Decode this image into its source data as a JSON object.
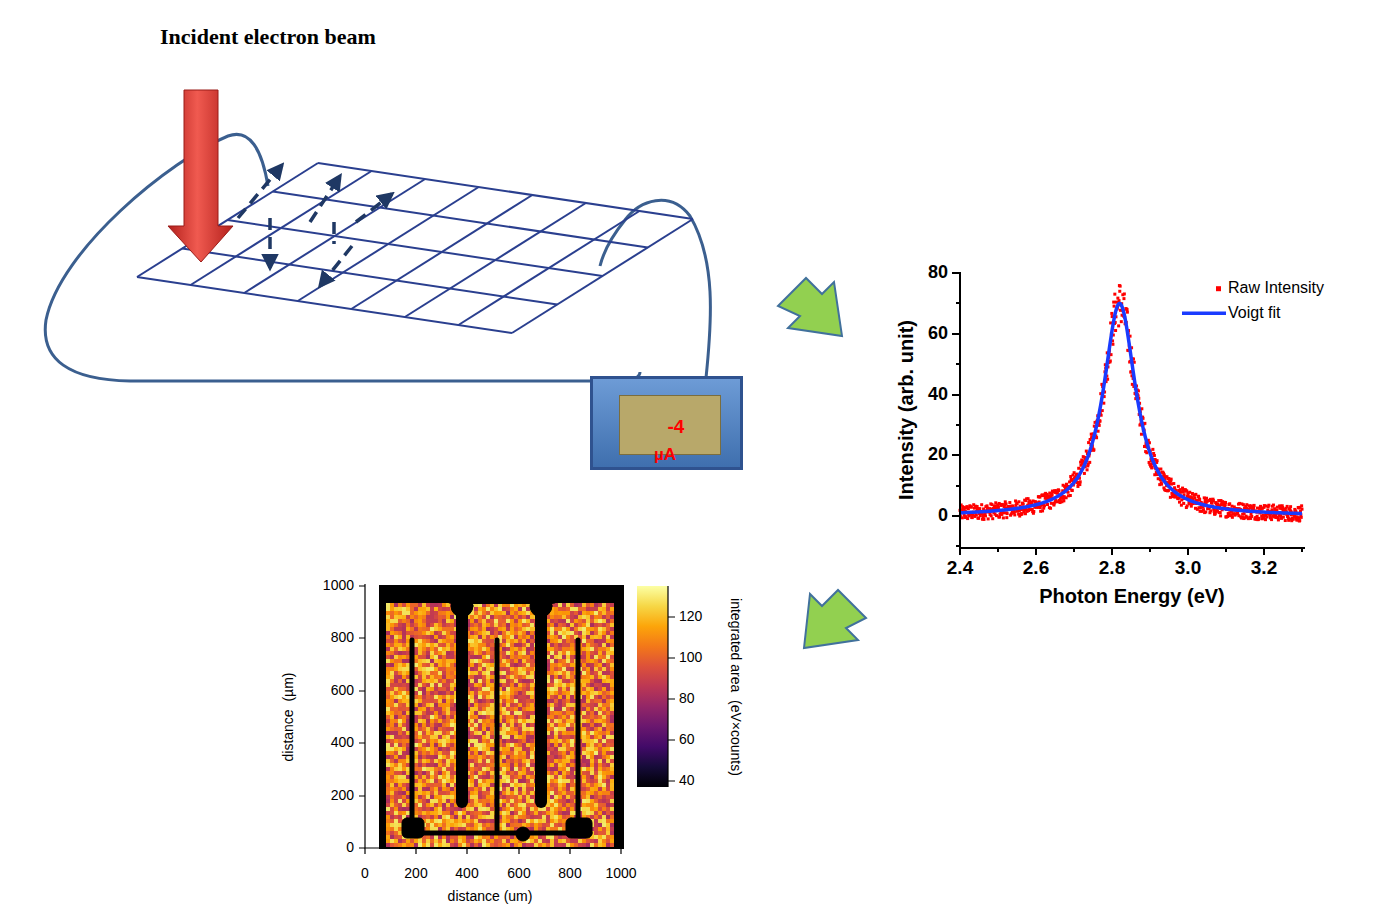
{
  "diagram": {
    "nodes": [
      {
        "text": [
          "-4",
          "µA"
        ]
      }
    ],
    "labels": [
      "Incident electron beam",
      "80",
      "60",
      "40",
      "20",
      "0",
      "2.4",
      "2.6",
      "2.8",
      "3.0",
      "3.2",
      "Intensity (arb. unit)",
      "Photon Energy (eV)",
      "1000",
      "800",
      "600",
      "400",
      "200",
      "0",
      "0",
      "200",
      "400",
      "600",
      "800",
      "1000",
      "distance  (µm)",
      "distance (um)",
      "120",
      "100",
      "80",
      "60",
      "40",
      "integrated area  (eV×counts)"
    ],
    "legend": [
      {
        "text": "Raw Intensity",
        "color": "#ff0000"
      },
      {
        "text": "Voigt fit"
      }
    ]
  }
}
